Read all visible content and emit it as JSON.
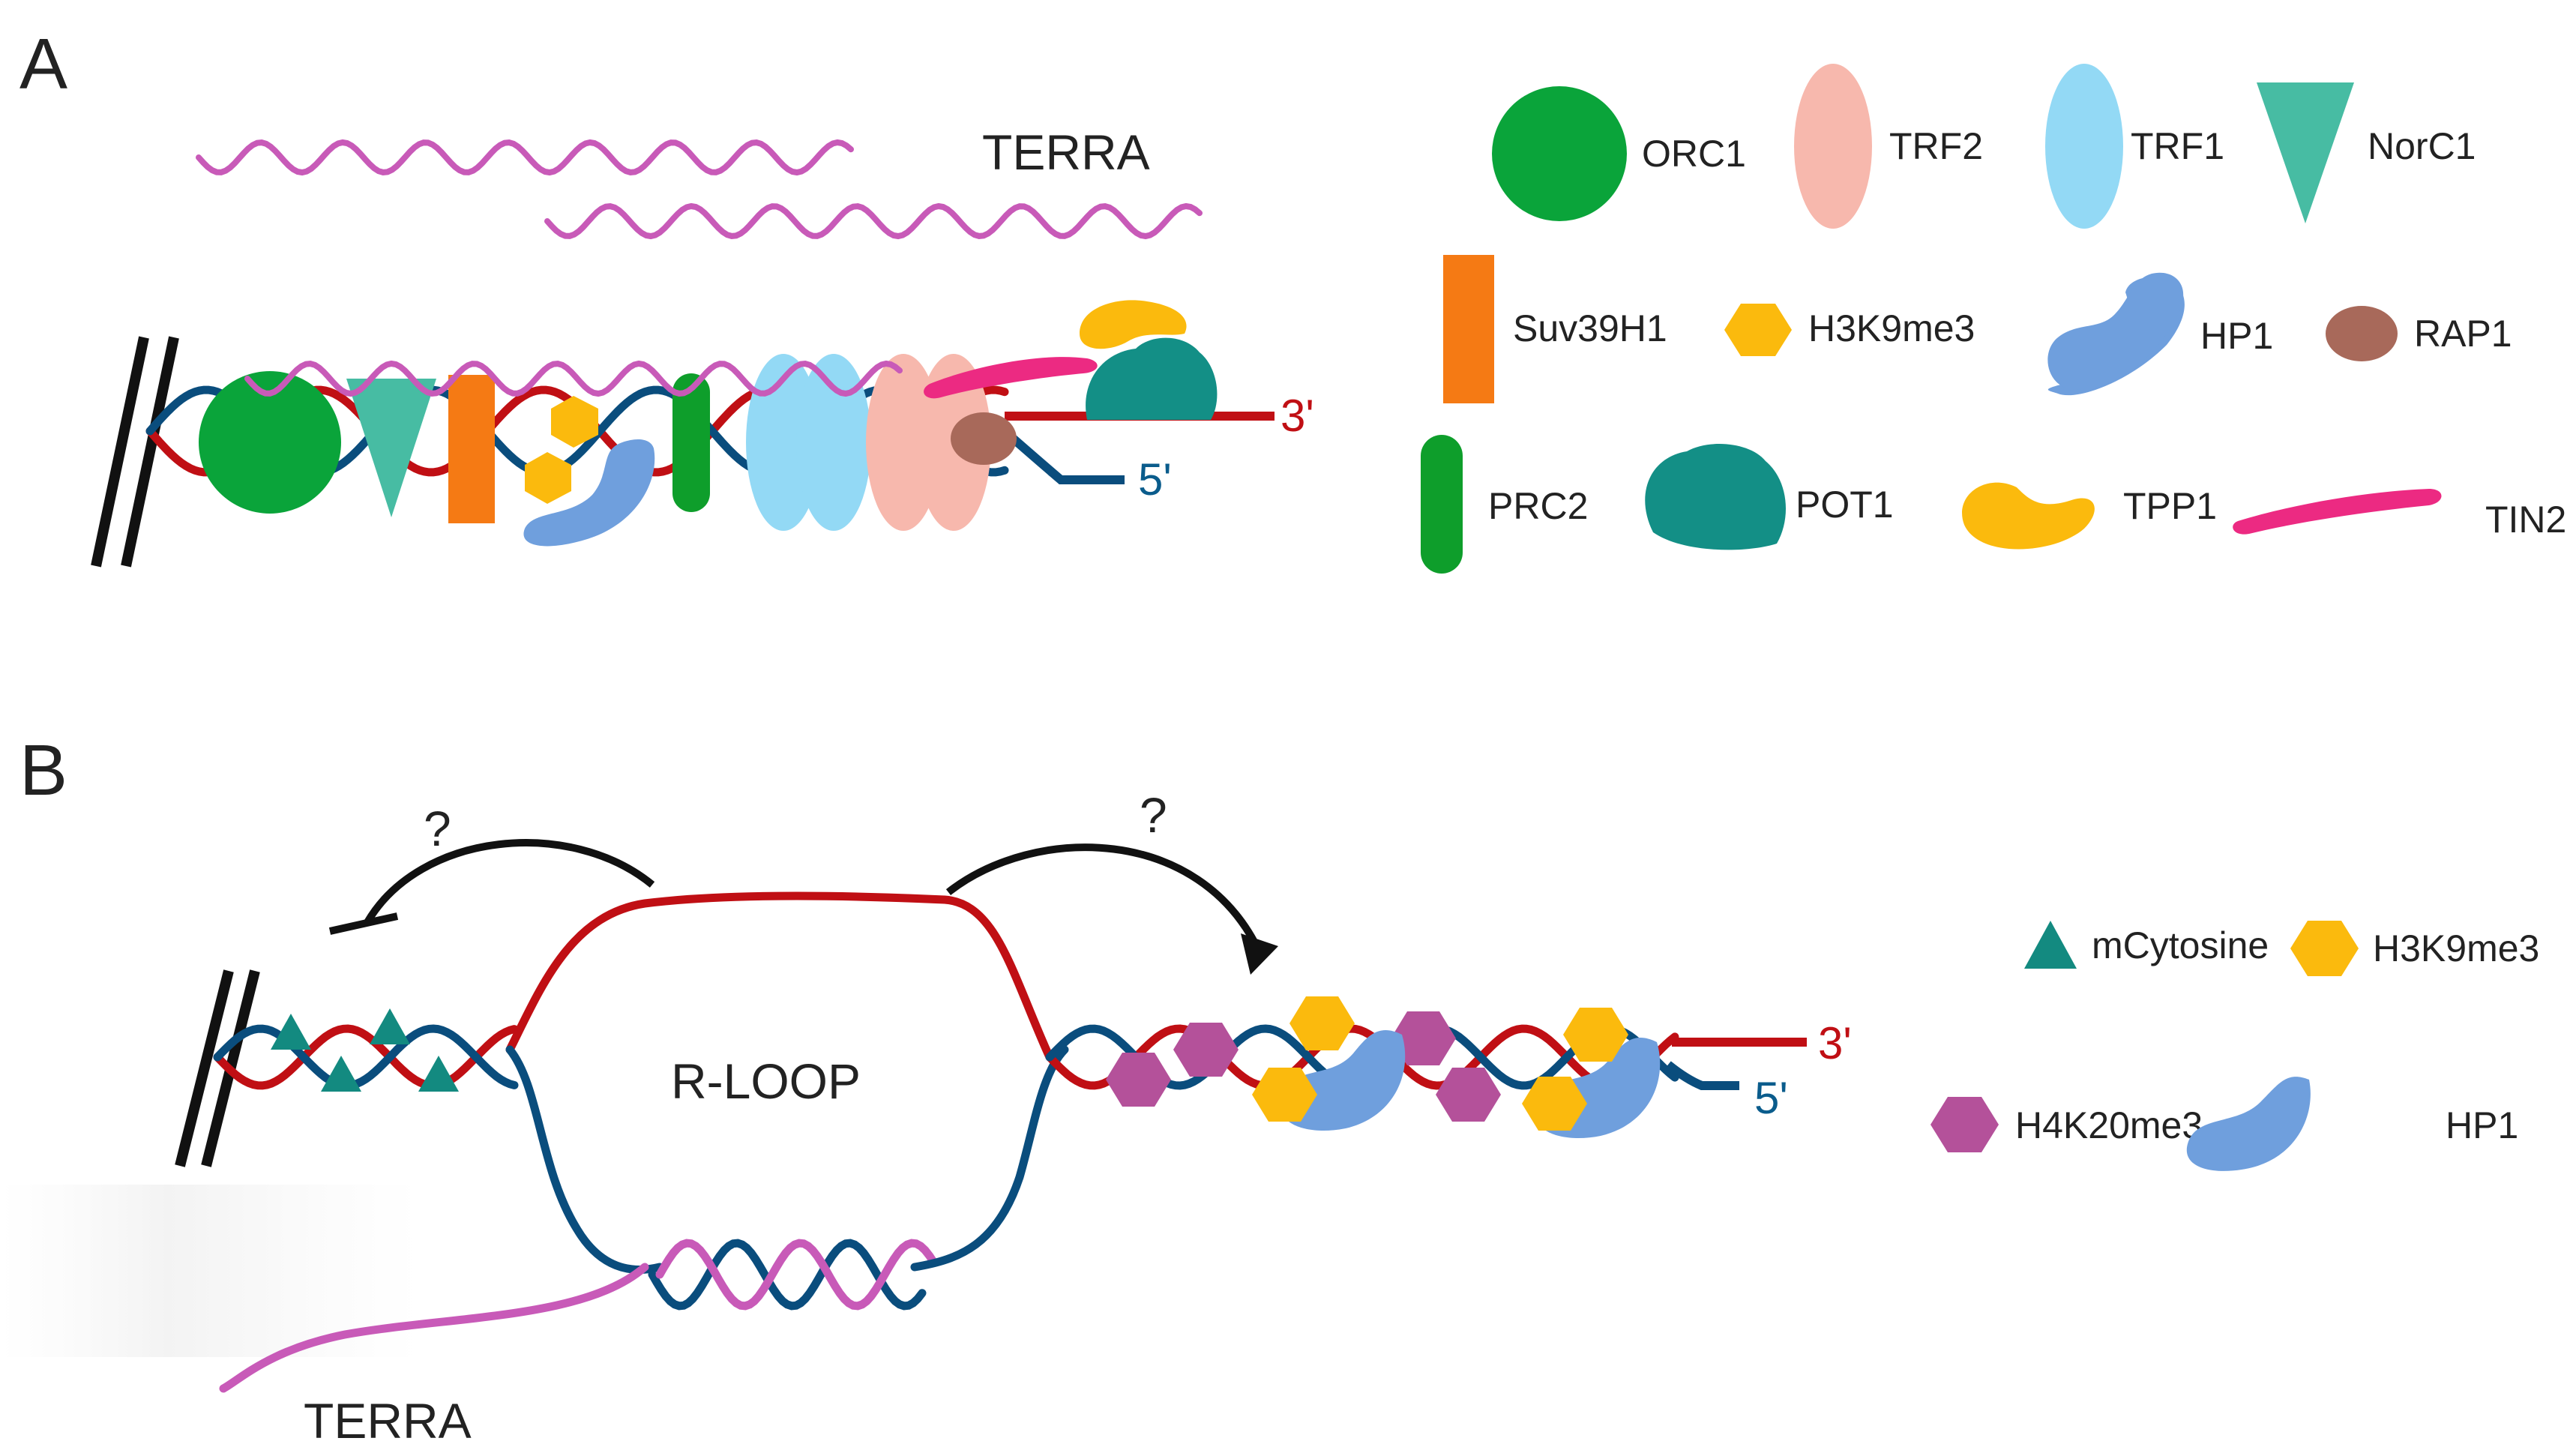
{
  "panel_a": {
    "letter": "A",
    "terra_label": "TERRA",
    "end_3": "3'",
    "end_5": "5'",
    "legend": [
      {
        "id": "orc1",
        "label": "ORC1",
        "color": "#0aa43a"
      },
      {
        "id": "trf2",
        "label": "TRF2",
        "color": "#f7b8ad"
      },
      {
        "id": "trf1",
        "label": "TRF1",
        "color": "#93d9f5"
      },
      {
        "id": "norc1",
        "label": "NorC1",
        "color": "#47bca3"
      },
      {
        "id": "suv39h1",
        "label": "Suv39H1",
        "color": "#f57a14"
      },
      {
        "id": "h3k9me3",
        "label": "H3K9me3",
        "color": "#fbba0d"
      },
      {
        "id": "hp1",
        "label": "HP1",
        "color": "#6f9fdd"
      },
      {
        "id": "rap1",
        "label": "RAP1",
        "color": "#a8695a"
      },
      {
        "id": "prc2",
        "label": "PRC2",
        "color": "#0e9e2b"
      },
      {
        "id": "pot1",
        "label": "POT1",
        "color": "#138f86"
      },
      {
        "id": "tpp1",
        "label": "TPP1",
        "color": "#fbba0d"
      },
      {
        "id": "tin2",
        "label": "TIN2",
        "color": "#ec2a82"
      }
    ]
  },
  "panel_b": {
    "letter": "B",
    "rloop_label": "R-LOOP",
    "terra_label": "TERRA",
    "question_left": "?",
    "question_right": "?",
    "end_3": "3'",
    "end_5": "5'",
    "legend": [
      {
        "id": "mcytosine",
        "label": "mCytosine",
        "color": "#138a80"
      },
      {
        "id": "h3k9me3",
        "label": "H3K9me3",
        "color": "#fbba0d"
      },
      {
        "id": "h4k20me3",
        "label": "H4K20me3",
        "color": "#b4519a"
      },
      {
        "id": "hp1",
        "label": "HP1",
        "color": "#6f9fdd"
      }
    ]
  },
  "colors": {
    "dna_red": "#c00f14",
    "dna_blue": "#0a4d7d",
    "terra_pink": "#c85ab8",
    "end3_text": "#c00f14",
    "end5_text": "#0a5c8c"
  }
}
